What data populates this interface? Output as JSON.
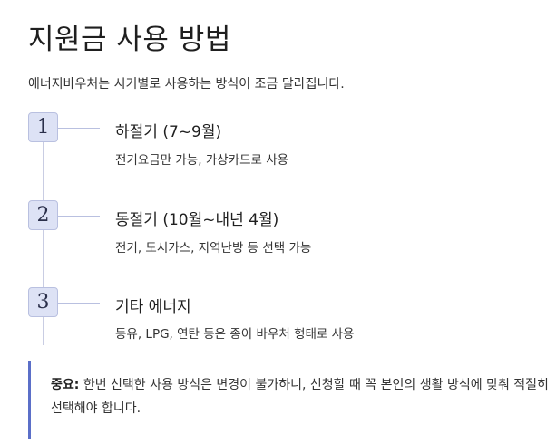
{
  "title": "지원금 사용 방법",
  "intro": "에너지바우처는 시기별로 사용하는 방식이 조금 달라집니다.",
  "steps": [
    {
      "number": "1",
      "heading": "하절기 (7~9월)",
      "description": "전기요금만 가능, 가상카드로 사용"
    },
    {
      "number": "2",
      "heading": "동절기 (10월~내년 4월)",
      "description": "전기, 도시가스, 지역난방 등 선택 가능"
    },
    {
      "number": "3",
      "heading": "기타 에너지",
      "description": "등유, LPG, 연탄 등은 종이 바우처 형태로 사용"
    }
  ],
  "note": {
    "label": "중요:",
    "text": "한번 선택한 사용 방식은 변경이 불가하니, 신청할 때 꼭 본인의 생활 방식에 맞춰 적절히 선택해야 합니다."
  }
}
